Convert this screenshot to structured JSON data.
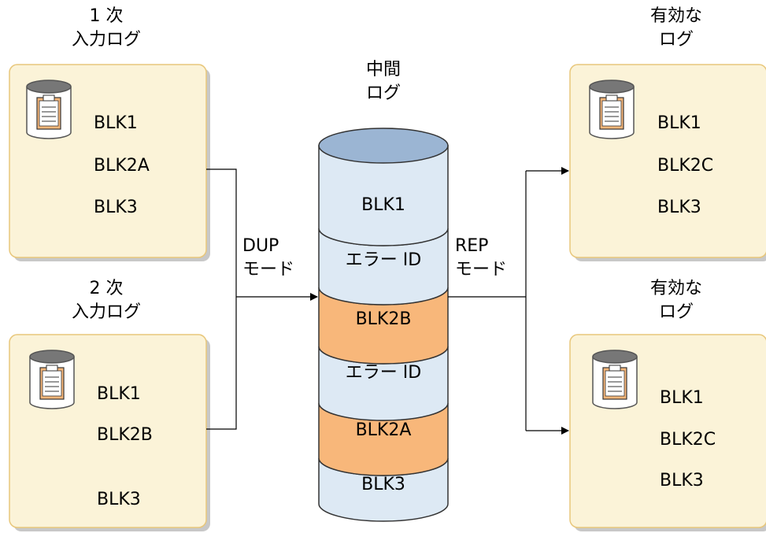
{
  "primary_input": {
    "title_line1": "1 次",
    "title_line2": "入力ログ",
    "blocks": [
      "BLK1",
      "BLK2A",
      "BLK3"
    ]
  },
  "secondary_input": {
    "title_line1": "2 次",
    "title_line2": "入力ログ",
    "blocks": [
      "BLK1",
      "BLK2B",
      "BLK3"
    ]
  },
  "intermediate_log": {
    "title_line1": "中間",
    "title_line2": "ログ",
    "segments": [
      {
        "label": "BLK1",
        "highlight": false
      },
      {
        "label": "エラー ID",
        "highlight": false
      },
      {
        "label": "BLK2B",
        "highlight": true
      },
      {
        "label": "エラー ID",
        "highlight": false
      },
      {
        "label": "BLK2A",
        "highlight": true
      },
      {
        "label": "BLK3",
        "highlight": false
      }
    ]
  },
  "dup_mode": {
    "line1": "DUP",
    "line2": "モード"
  },
  "rep_mode": {
    "line1": "REP",
    "line2": "モード"
  },
  "valid_log_1": {
    "title_line1": "有効な",
    "title_line2": "ログ",
    "blocks": [
      "BLK1",
      "BLK2C",
      "BLK3"
    ]
  },
  "valid_log_2": {
    "title_line1": "有効な",
    "title_line2": "ログ",
    "blocks": [
      "BLK1",
      "BLK2C",
      "BLK3"
    ]
  },
  "colors": {
    "box_fill": "#fbf3d8",
    "box_border": "#e8c77b",
    "box_shadow": "#c8c8c8",
    "cyl_fill": "#dde9f4",
    "cyl_top": "#9bb5d3",
    "cyl_highlight": "#f8b77a"
  }
}
